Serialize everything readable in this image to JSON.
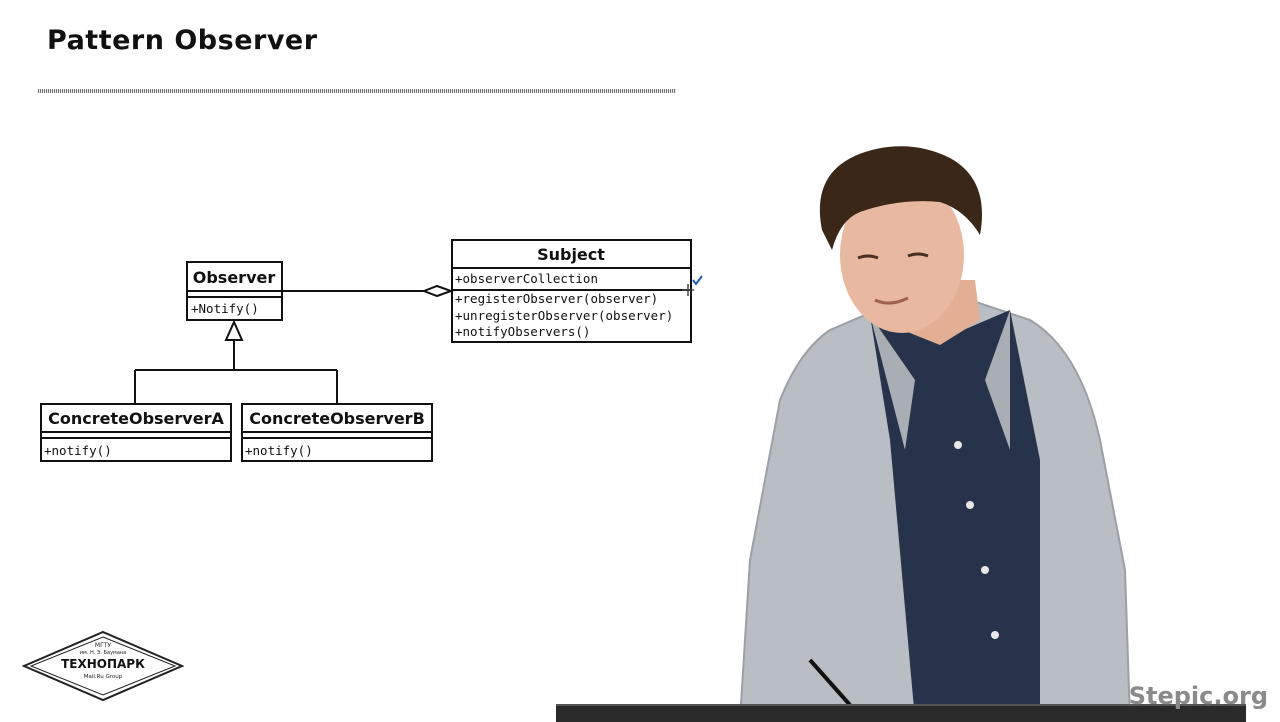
{
  "slide": {
    "title": "Pattern Observer",
    "watermark": "Stepic.org"
  },
  "uml": {
    "observer": {
      "name": "Observer",
      "members": [
        "+Notify()"
      ]
    },
    "subject": {
      "name": "Subject",
      "attributes": [
        "+observerCollection"
      ],
      "methods": [
        "+registerObserver(observer)",
        "+unregisterObserver(observer)",
        "+notifyObservers()"
      ]
    },
    "concrete_a": {
      "name": "ConcreteObserverA",
      "members": [
        "+notify()"
      ]
    },
    "concrete_b": {
      "name": "ConcreteObserverB",
      "members": [
        "+notify()"
      ]
    }
  },
  "logo": {
    "line1": "МГТУ",
    "line2": "им. Н. Э. Баумана",
    "line3": "ТЕХНОПАРК",
    "line4": "Mail.Ru Group"
  },
  "colors": {
    "uml_line": "#111111",
    "jacket": "#b9bec4",
    "shirt": "#27334a",
    "hair": "#3a2718",
    "skin": "#e8b8a0",
    "desk": "#2a2a2a"
  }
}
